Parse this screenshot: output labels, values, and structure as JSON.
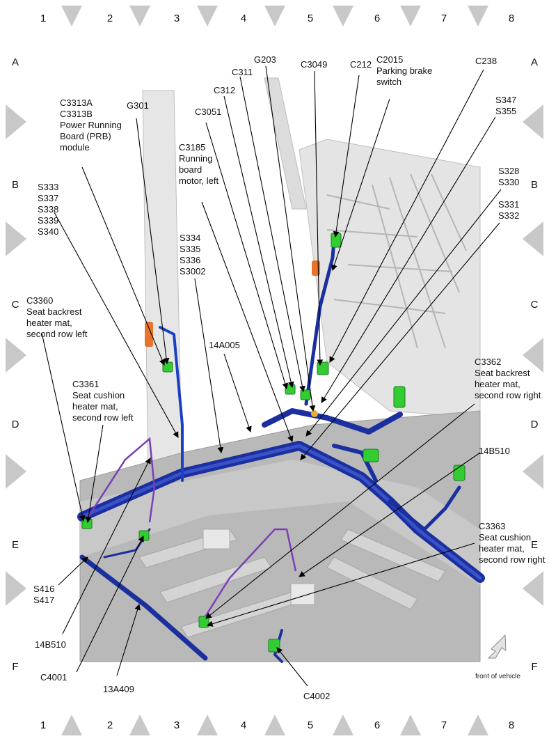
{
  "grid": {
    "columns": [
      "1",
      "2",
      "3",
      "4",
      "5",
      "6",
      "7",
      "8"
    ],
    "rows": [
      "A",
      "B",
      "C",
      "D",
      "E",
      "F"
    ]
  },
  "callouts": {
    "c3313": [
      "C3313A",
      "C3313B",
      "Power Running",
      "Board (PRB)",
      "module"
    ],
    "g301": [
      "G301"
    ],
    "s333": [
      "S333",
      "S337",
      "S338",
      "S339",
      "S340"
    ],
    "c3360": [
      "C3360",
      "Seat backrest",
      "heater mat,",
      "second row left"
    ],
    "c3361": [
      "C3361",
      "Seat cushion",
      "heater mat,",
      "second row left"
    ],
    "s334": [
      "S334",
      "S335",
      "S336",
      "S3002"
    ],
    "c3185": [
      "C3185",
      "Running",
      "board",
      "motor, left"
    ],
    "c3051": [
      "C3051"
    ],
    "c312": [
      "C312"
    ],
    "c311": [
      "C311"
    ],
    "g203": [
      "G203"
    ],
    "c3049": [
      "C3049"
    ],
    "c212": [
      "C212"
    ],
    "c2015": [
      "C2015",
      "Parking brake",
      "switch"
    ],
    "c238": [
      "C238"
    ],
    "s347": [
      "S347",
      "S355"
    ],
    "s328": [
      "S328",
      "S330"
    ],
    "s331": [
      "S331",
      "S332"
    ],
    "c3362": [
      "C3362",
      "Seat backrest",
      "heater mat,",
      "second row right"
    ],
    "t14a005": [
      "14A005"
    ],
    "t14b510_right": [
      "14B510"
    ],
    "c3363": [
      "C3363",
      "Seat cushion",
      "heater mat,",
      "second row right"
    ],
    "s416": [
      "S416",
      "S417"
    ],
    "t14b510_left": [
      "14B510"
    ],
    "c4001": [
      "C4001"
    ],
    "t13a409": [
      "13A409"
    ],
    "c4002": [
      "C4002"
    ]
  },
  "front_of_vehicle": "front of vehicle",
  "colors": {
    "harness": "#1b2f9e",
    "connector": "#33cc33",
    "purple_wire": "#7a3fb5",
    "orange_part": "#e8742c",
    "grid_triangle": "#c8c8c8"
  }
}
